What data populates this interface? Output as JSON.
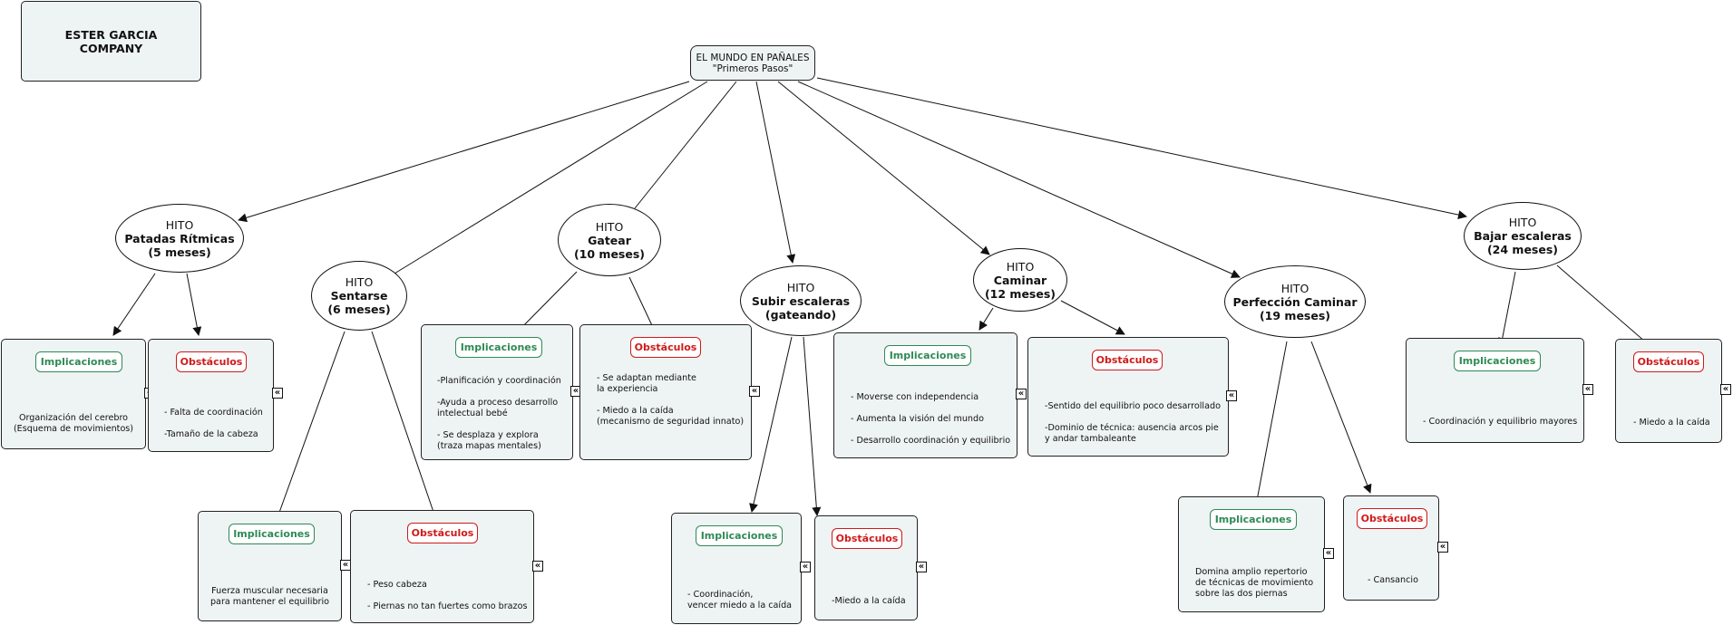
{
  "company": {
    "line1": "ESTER GARCIA",
    "line2": "COMPANY"
  },
  "root": {
    "line1": "EL MUNDO EN PAÑALES",
    "line2": "\"Primeros Pasos\""
  },
  "hito_keyword": "HITO",
  "badges": {
    "implicaciones": "Implicaciones",
    "obstaculos": "Obstáculos"
  },
  "expand_glyph": "«",
  "milestones": [
    {
      "name": "Patadas Rítmicas",
      "age": "(5 meses)",
      "implicaciones": "Organización del cerebro\n(Esquema de movimientos)",
      "obstaculos": "- Falta de coordinación\n\n-Tamaño de la cabeza"
    },
    {
      "name": "Sentarse",
      "age": "(6 meses)",
      "implicaciones": "Fuerza muscular necesaria\npara mantener el equilibrio",
      "obstaculos": "- Peso cabeza\n\n- Piernas no tan fuertes como brazos"
    },
    {
      "name": "Gatear",
      "age": "(10 meses)",
      "implicaciones": "-Planificación y coordinación\n\n-Ayuda a proceso desarrollo\n intelectual bebé\n\n- Se desplaza y explora\n(traza mapas mentales)",
      "obstaculos": "- Se adaptan mediante\nla experiencia\n\n- Miedo a la caída\n(mecanismo de seguridad innato)"
    },
    {
      "name": "Subir escaleras",
      "age": "(gateando)",
      "implicaciones": "- Coordinación,\nvencer miedo a la caída",
      "obstaculos": "-Miedo a la caída"
    },
    {
      "name": "Caminar",
      "age": "(12 meses)",
      "implicaciones": "- Moverse con independencia\n\n- Aumenta la visión del mundo\n\n- Desarrollo coordinación y equilibrio",
      "obstaculos": "-Sentido del equilibrio poco desarrollado\n\n-Dominio de técnica: ausencia arcos pie\ny andar tambaleante"
    },
    {
      "name": "Perfección Caminar",
      "age": "(19 meses)",
      "implicaciones": "Domina amplio repertorio\nde técnicas de movimiento\nsobre las dos piernas",
      "obstaculos": "- Cansancio"
    },
    {
      "name": "Bajar escaleras",
      "age": "(24 meses)",
      "implicaciones": "- Coordinación y equilibrio mayores",
      "obstaculos": "- Miedo a la caída"
    }
  ]
}
